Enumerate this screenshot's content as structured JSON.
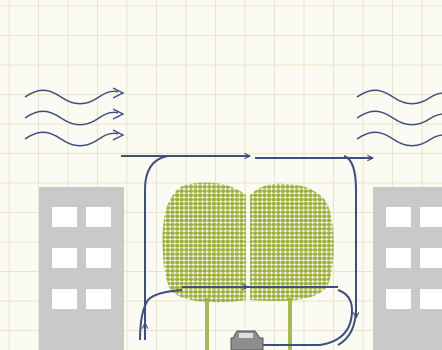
{
  "diagram": {
    "colors": {
      "background": "#fbfbf3",
      "grid": "#e8e6c8",
      "building": "#c9c9c9",
      "window": "#ffffff",
      "tree_foliage": "#9cb040",
      "tree_trunk": "#a9bb50",
      "airflow": "#3e4f7c",
      "car": "#8d8d8d"
    },
    "elements": [
      {
        "name": "wind-waves-left",
        "icon": "wind-icon"
      },
      {
        "name": "wind-waves-right",
        "icon": "wind-icon"
      },
      {
        "name": "building-left",
        "icon": "building-icon"
      },
      {
        "name": "building-right",
        "icon": "building-icon"
      },
      {
        "name": "tree-left",
        "icon": "tree-icon"
      },
      {
        "name": "tree-right",
        "icon": "tree-icon"
      },
      {
        "name": "airflow-loop",
        "icon": "arrow-loop-icon"
      },
      {
        "name": "car",
        "icon": "car-icon"
      }
    ]
  }
}
